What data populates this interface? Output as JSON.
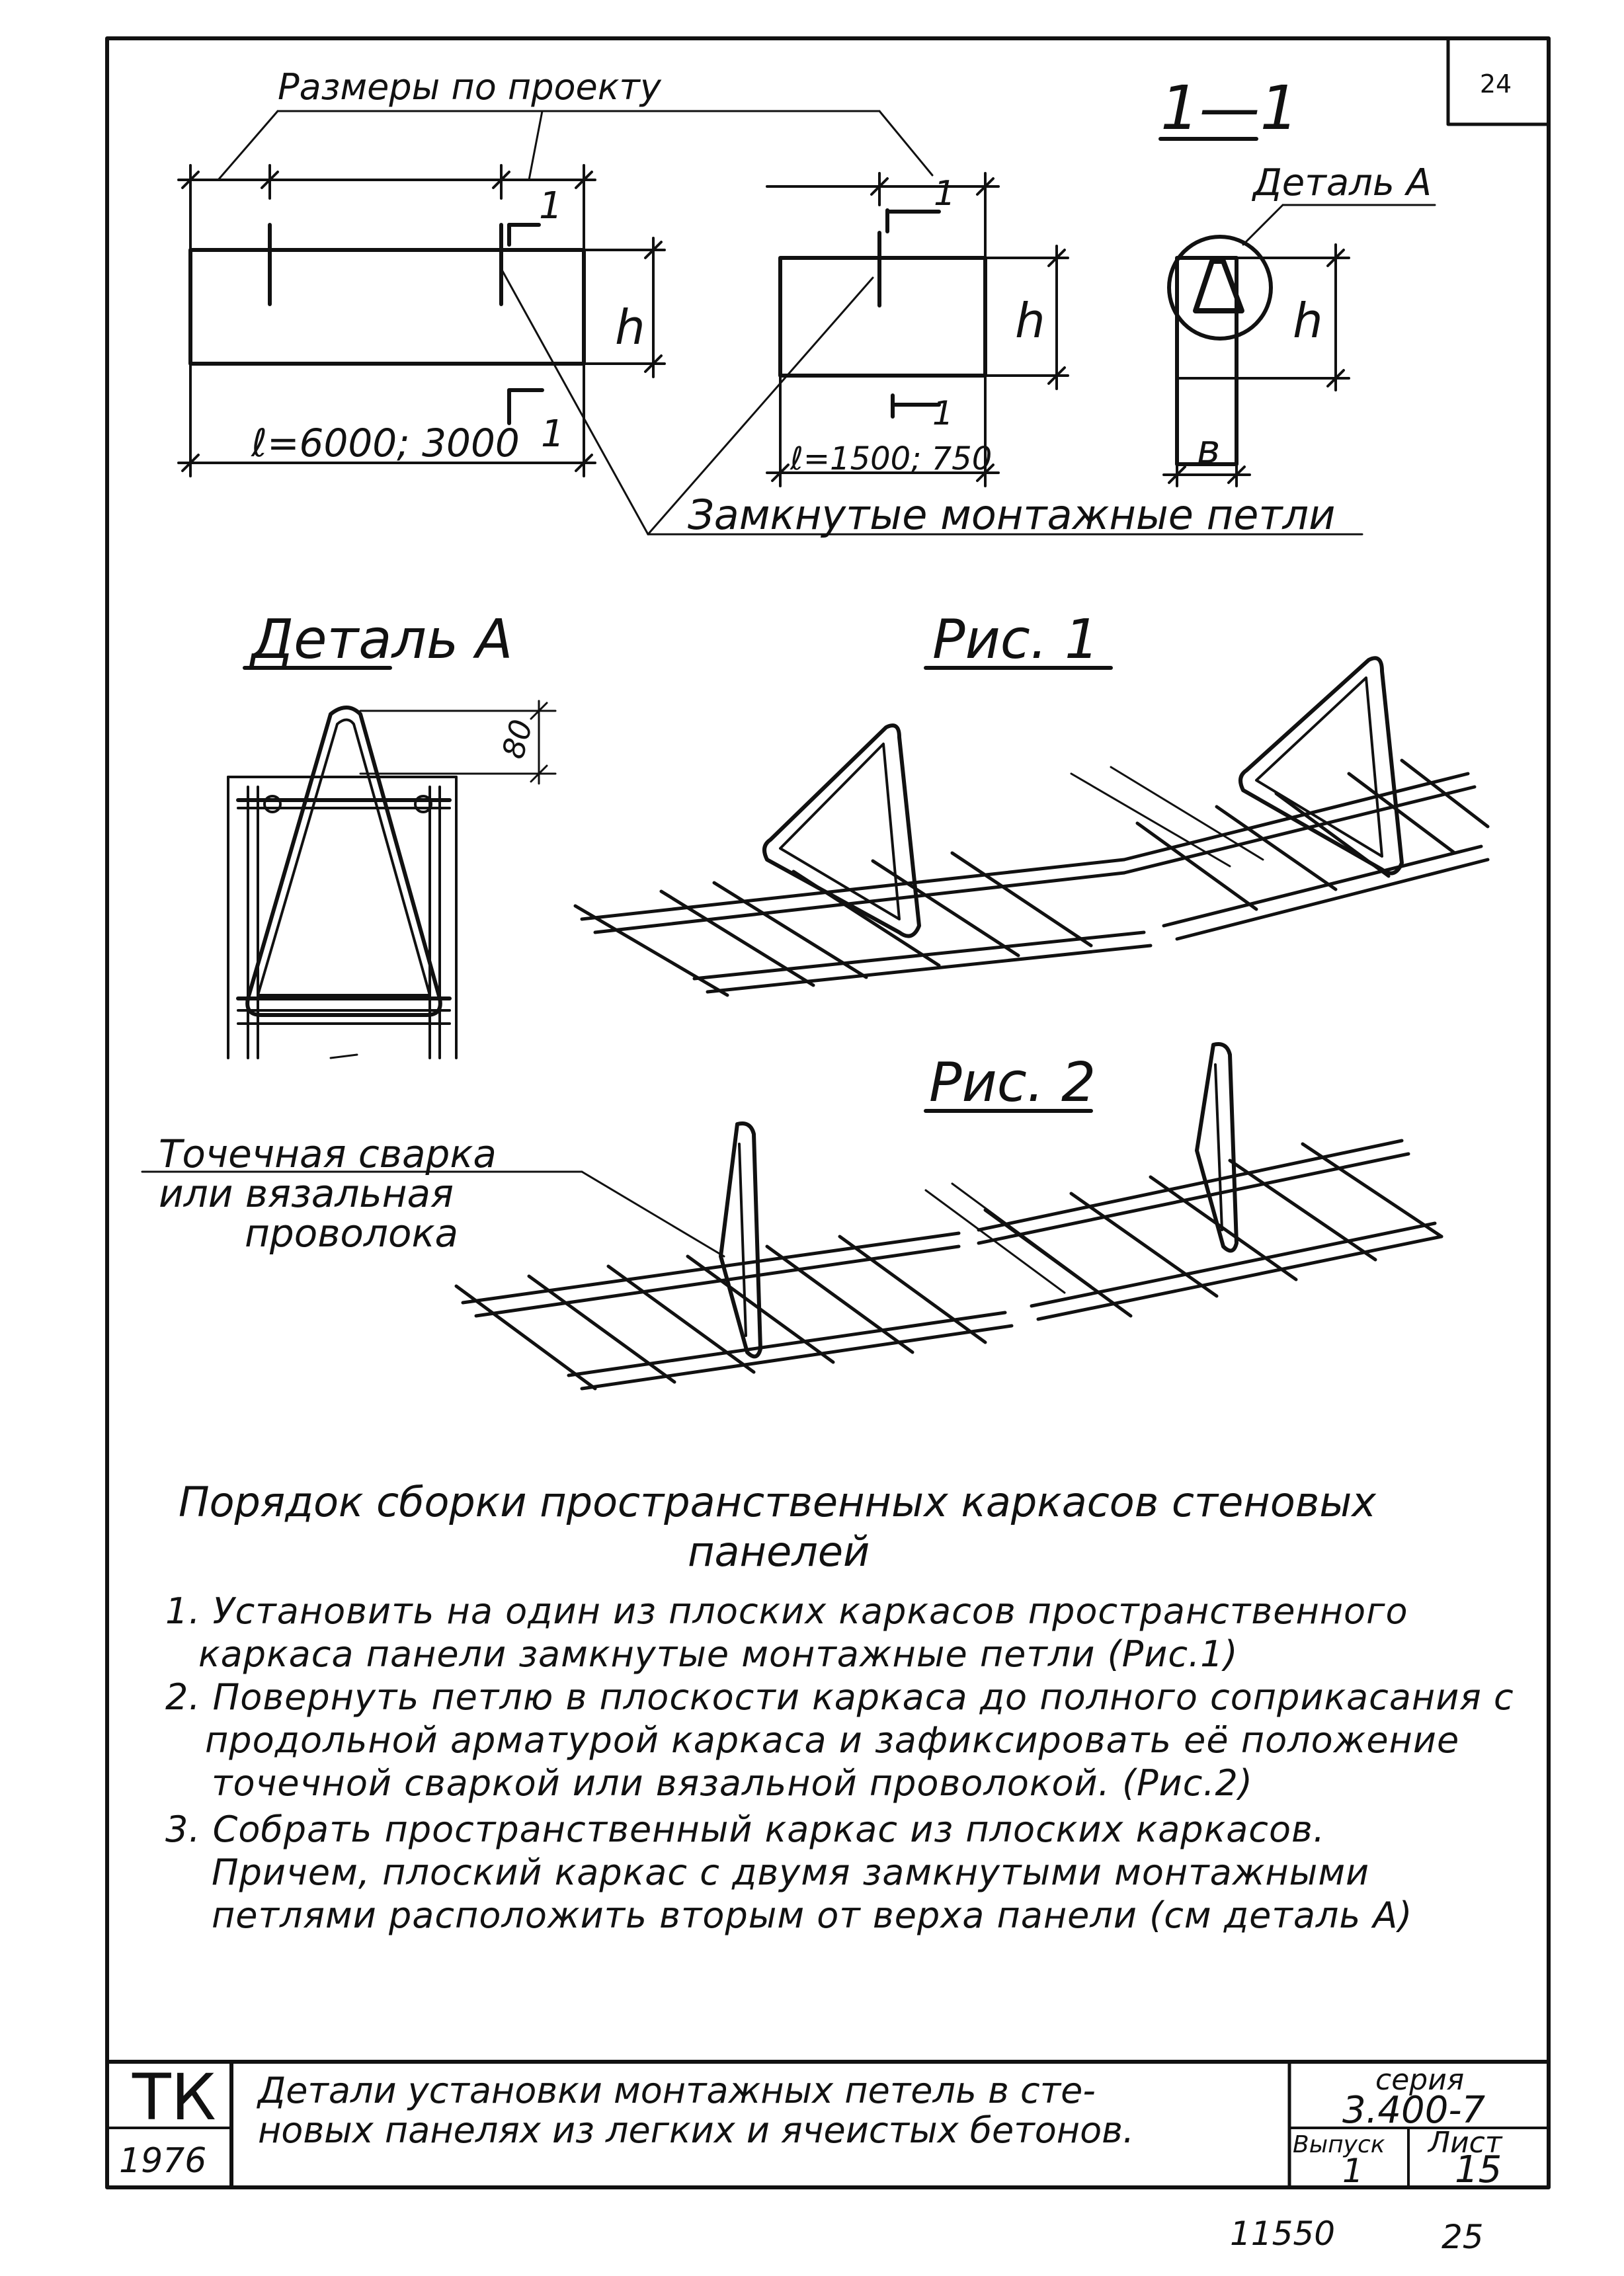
{
  "sheet_number_top": "24",
  "callouts": {
    "dims_by_project": "Размеры по проекту",
    "closed_loops": "Замкнутые монтажные петли",
    "detail_a_ref": "Деталь А",
    "spot_welding_line1": "Точечная сварка",
    "spot_welding_line2": "или вязальная",
    "spot_welding_line3": "проволока"
  },
  "views": {
    "section_label": "1—1",
    "section_mark": "1",
    "dim_h": "h",
    "dim_b": "в",
    "dim_80": "80",
    "length_long": "ℓ=6000; 3000",
    "length_short": "ℓ=1500; 750"
  },
  "figures": {
    "detail_a_title": "Деталь А",
    "fig1_title": "Рис. 1",
    "fig2_title": "Рис. 2"
  },
  "procedure": {
    "title_line1": "Порядок сборки пространственных каркасов стеновых",
    "title_line2": "панелей",
    "lines": [
      "1. Установить на один из плоских каркасов пространственного",
      "каркаса панели замкнутые монтажные петли (Рис.1)",
      "2. Повернуть петлю в плоскости каркаса до полного соприкасания с",
      "продольной арматурой каркаса и зафиксировать её положение",
      "точечной сваркой или вязальной проволокой. (Рис.2)",
      "3. Собрать пространственный каркас из плоских каркасов.",
      "Причем, плоский каркас с двумя замкнутыми монтажными",
      "петлями расположить вторым от верха панели (см деталь А)"
    ]
  },
  "title_block": {
    "org": "ТК",
    "year": "1976",
    "title_line1": "Детали установки монтажных петель в сте-",
    "title_line2": "новых панелях из легких и ячеистых бетонов.",
    "series_label": "серия",
    "series_value": "3.400-7",
    "issue_label": "Выпуск",
    "issue_value": "1",
    "sheet_label": "Лист",
    "sheet_value": "15"
  },
  "bottom_margin": {
    "inventory": "11550",
    "page": "25"
  }
}
